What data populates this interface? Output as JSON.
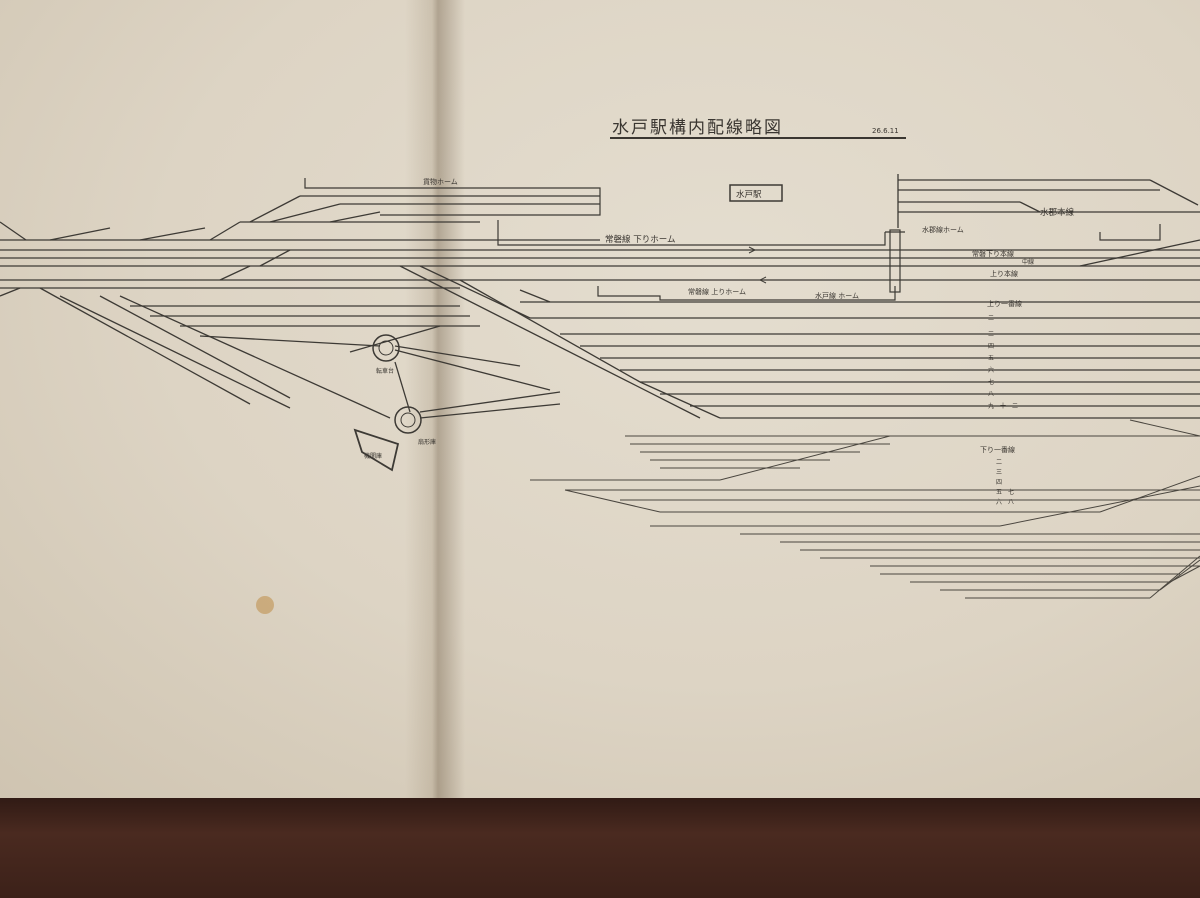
{
  "title": "水戸駅構内配線略図",
  "title_date": "26.6.11",
  "labels": {
    "station": "水戸駅",
    "kamoku_platform": "貨物ホーム",
    "joban_down_platform": "常磐線 下りホーム",
    "joban_up_platform": "常磐線 上りホーム",
    "mito_line_platform": "水戸線 ホーム",
    "suigun_line": "水郡本線",
    "suigun_platform": "水郡線ホーム",
    "joban_down_main": "常磐下り本線",
    "naka": "中線",
    "up_main": "上り本線",
    "up_sorting": "上り一番線",
    "down_sorting": "下り一番線",
    "depot_1": "転車台",
    "depot_2": "扇形庫",
    "depot_3": "機関庫"
  },
  "up_yard_numbers": [
    "二",
    "三",
    "四",
    "五",
    "六",
    "七",
    "八",
    "九",
    "十",
    "二"
  ],
  "down_yard_numbers": [
    "二",
    "三",
    "四",
    "五",
    "六",
    "七",
    "八"
  ]
}
